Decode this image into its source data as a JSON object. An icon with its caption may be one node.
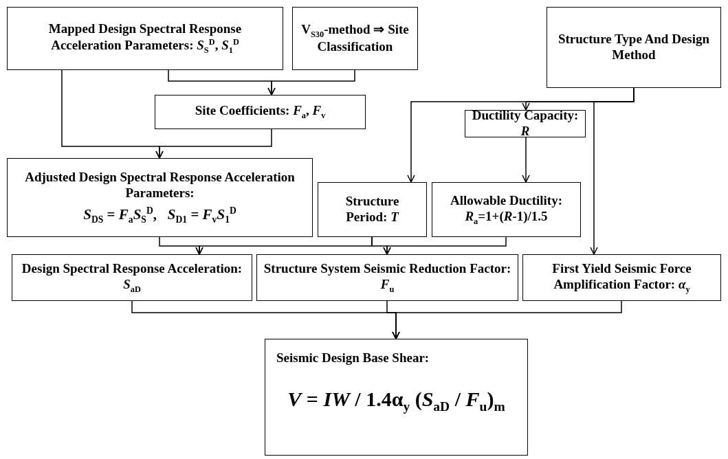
{
  "diagram": {
    "nodes": [
      {
        "text": [
          "Mapped Design Spectral Response Acceleration Parameters:  *S*$_{S}$$^{D}$, *S*$_{1}$$^{D}$"
        ]
      },
      {
        "text": [
          "V$_{S30}$-method ⇒ Site Classification"
        ]
      },
      {
        "text": [
          "Structure Type And Design Method"
        ]
      },
      {
        "text": [
          "Site Coefficients: *F*$_{a}$, *F*$_{v}$"
        ]
      },
      {
        "text": [
          "Ductility Capacity: *R*"
        ]
      },
      {
        "text": [
          "Adjusted Design Spectral Response Acceleration Parameters:",
          "*S*$_{DS}$ = *F*$_{a}$*S*$_{S}$$^{D}$,   *S*$_{D1}$ = *F*$_{v}$*S*$_{1}$$^{D}$"
        ]
      },
      {
        "text": [
          "Structure Period: *T*"
        ]
      },
      {
        "text": [
          "Allowable Ductility: *R*$_{a}$=1+(*R*-1)/1.5"
        ]
      },
      {
        "text": [
          "Design Spectral Response Acceleration: *S*$_{aD}$"
        ]
      },
      {
        "text": [
          "Structure System Seismic Reduction Factor: *F*$_{u}$"
        ]
      },
      {
        "text": [
          "First Yield Seismic Force Amplification Factor: *α*$_{y}$"
        ]
      },
      {
        "text": [
          "Seismic Design Base Shear:",
          "*V* = *IW* / 1.4α$_{y}$ (*S*$_{aD}$ / *F*$_{u}$)$_{m}$"
        ]
      }
    ],
    "edges": [
      {
        "from": 0,
        "to": 3,
        "arrow": "to"
      },
      {
        "from": 1,
        "to": 3,
        "arrow": "to"
      },
      {
        "from": 0,
        "to": 5,
        "arrow": "to"
      },
      {
        "from": 3,
        "to": 5,
        "arrow": "to"
      },
      {
        "from": 2,
        "to": 4,
        "arrow": "to"
      },
      {
        "from": 2,
        "to": 6,
        "arrow": "to"
      },
      {
        "from": 2,
        "to": 10,
        "arrow": "to"
      },
      {
        "from": 4,
        "to": 7,
        "arrow": "to"
      },
      {
        "from": 5,
        "to": 8,
        "arrow": "to"
      },
      {
        "from": 6,
        "to": 8,
        "arrow": "to"
      },
      {
        "from": 6,
        "to": 9,
        "arrow": "to"
      },
      {
        "from": 7,
        "to": 9,
        "arrow": "to"
      },
      {
        "from": 8,
        "to": 11,
        "arrow": "to"
      },
      {
        "from": 9,
        "to": 11,
        "arrow": "to"
      },
      {
        "from": 10,
        "to": 11,
        "arrow": "to"
      }
    ]
  }
}
